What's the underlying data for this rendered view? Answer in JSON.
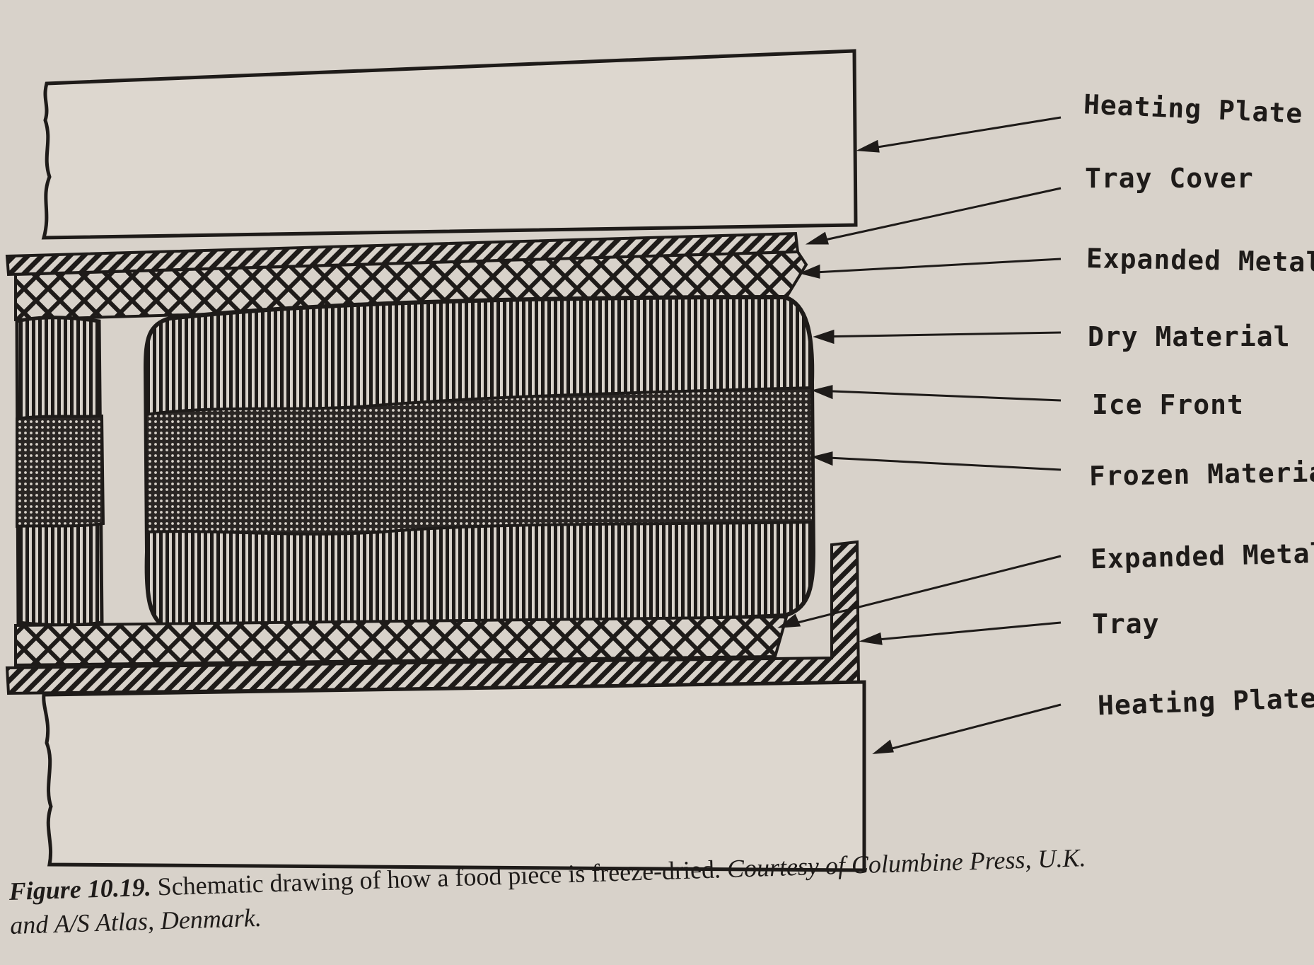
{
  "labels": {
    "heating_plate_top": "Heating Plate",
    "tray_cover": "Tray Cover",
    "expanded_metal_top": "Expanded Metal",
    "dry_material": "Dry Material",
    "ice_front": "Ice Front",
    "frozen_material": "Frozen Material",
    "expanded_metal_bottom": "Expanded Metal",
    "tray": "Tray",
    "heating_plate_bottom": "Heating Plate"
  },
  "caption": {
    "figure_number": "Figure 10.19.",
    "text": " Schematic drawing of how a food piece is freeze-dried. ",
    "credit_line1": "Courtesy of Columbine Press, U.K.",
    "credit_line2": "and A/S Atlas, Denmark."
  },
  "colors": {
    "paper": "#d8d2ca",
    "ink": "#1e1b19"
  }
}
